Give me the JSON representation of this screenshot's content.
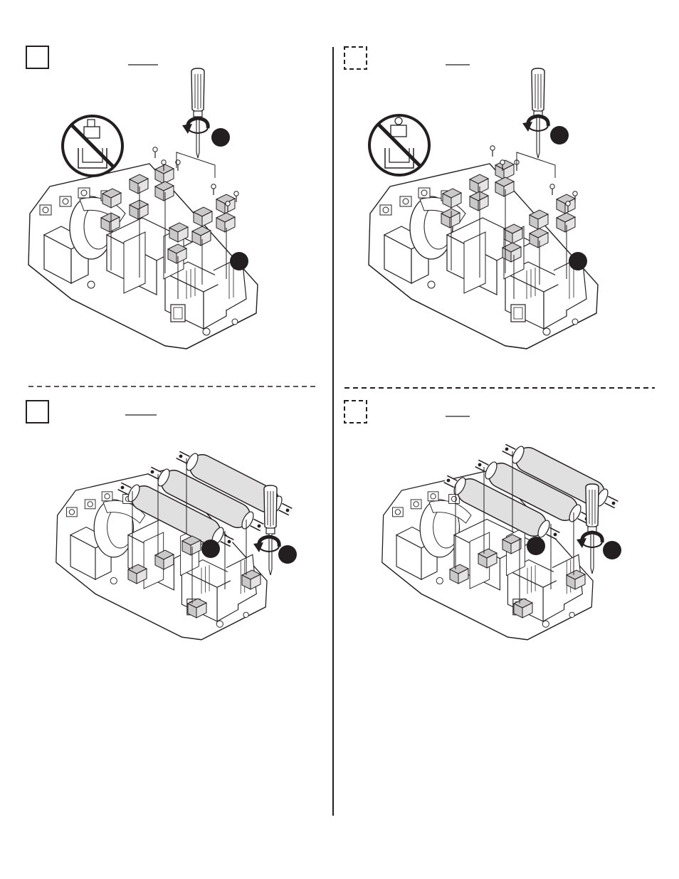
{
  "page": {
    "background": "#ffffff",
    "line_color": "#231f20",
    "part_fill": "#ffffff",
    "shade_fill": "#c9c9c9",
    "fuse_fill": "#e0e0e0",
    "callout_fill": "#231f20"
  },
  "panels": [
    {
      "id": "panel-top-left",
      "step_box_style": "solid",
      "content": "exploded-view-clip-removal",
      "callouts": 2,
      "prohibition": true
    },
    {
      "id": "panel-top-right",
      "step_box_style": "dashed",
      "content": "exploded-view-clip-removal",
      "callouts": 2,
      "prohibition": true
    },
    {
      "id": "panel-bottom-left",
      "step_box_style": "solid",
      "content": "fuse-installation",
      "callouts": 2,
      "prohibition": false
    },
    {
      "id": "panel-bottom-right",
      "step_box_style": "dashed",
      "content": "fuse-installation",
      "callouts": 2,
      "prohibition": false
    }
  ],
  "icons": {
    "screwdriver": "screwdriver-icon",
    "rotation": "rotation-arrow-icon",
    "prohibition": "prohibition-icon",
    "callout": "callout-marker-icon"
  }
}
